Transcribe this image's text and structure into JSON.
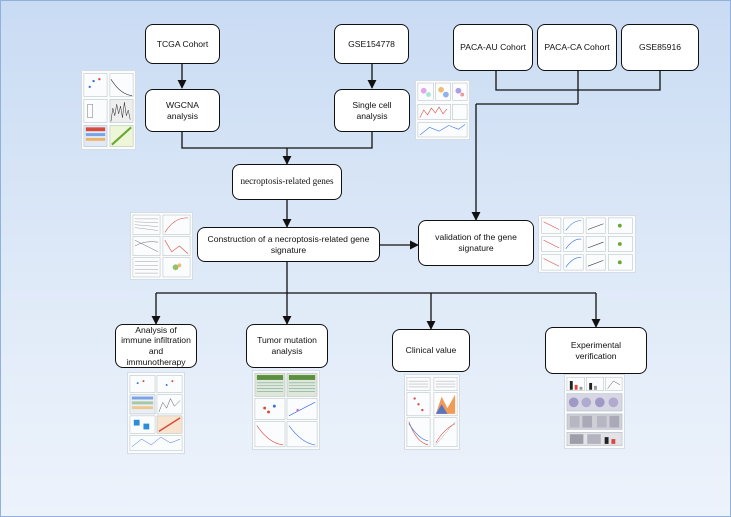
{
  "diagram": {
    "nodes": {
      "tcga": "TCGA Cohort",
      "gse154778": "GSE154778",
      "paca_au": "PACA-AU Cohort",
      "paca_ca": "PACA-CA Cohort",
      "gse85916": "GSE85916",
      "wgcna": "WGCNA analysis",
      "single_cell": "Single cell analysis",
      "necroptosis_genes": "necroptosis-related genes",
      "construction": "Construction of a necroptosis-related gene signature",
      "validation": "validation of the gene signature",
      "immune": "Analysis of immune infiltration and immunotherapy",
      "tumor_mutation": "Tumor mutation analysis",
      "clinical": "Clinical value",
      "experimental": "Experimental verification"
    },
    "colors": {
      "line": "#111111",
      "border": "#8fb1dc"
    }
  }
}
